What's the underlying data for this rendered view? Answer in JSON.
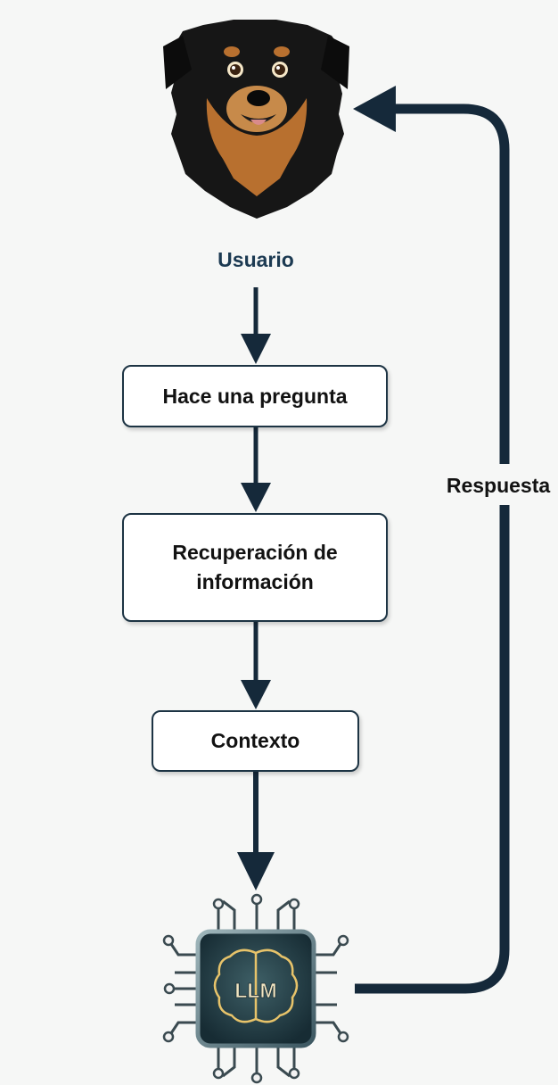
{
  "nodes": {
    "user_label": "Usuario",
    "question": "Hace una pregunta",
    "retrieval_line1": "Recuperación de",
    "retrieval_line2": "información",
    "context": "Contexto",
    "llm_chip_text": "LLM"
  },
  "edges": {
    "return_label": "Respuesta"
  },
  "colors": {
    "arrow": "#15293a",
    "box_border": "#1d3444",
    "label_user": "#1c3a52",
    "chip_glow": "#e7c36a",
    "dog_fur": "#161616",
    "dog_tan": "#b8702f"
  },
  "icons": {
    "user": "dog-avatar-icon",
    "llm": "llm-chip-icon"
  }
}
